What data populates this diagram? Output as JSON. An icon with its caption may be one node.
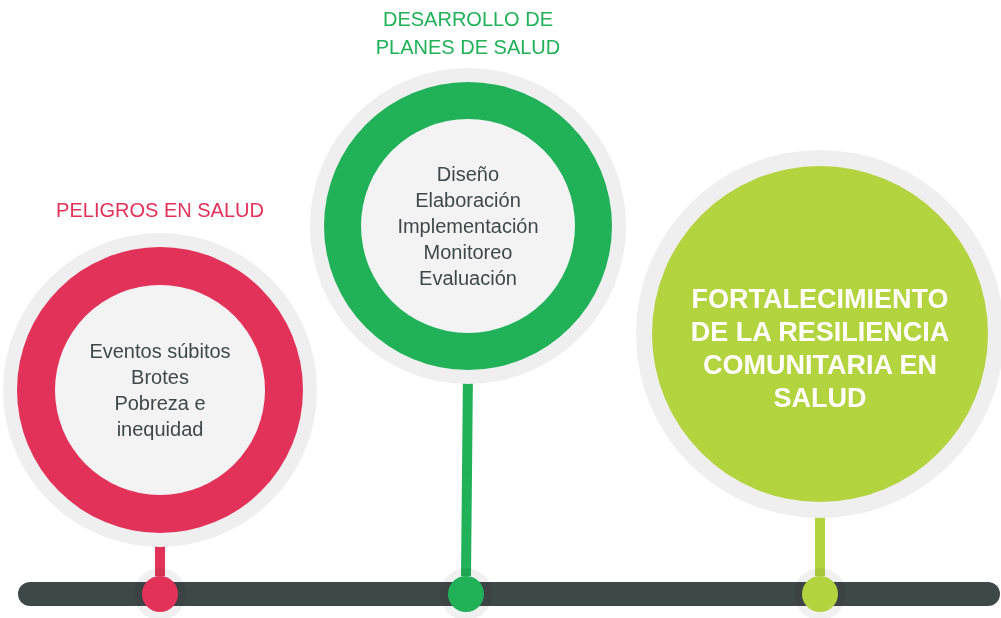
{
  "diagram": {
    "nodes": [
      {
        "text": [
          "PELIGROS EN SALUD",
          "Eventos súbitos",
          "Brotes",
          "Pobreza e inequidad"
        ]
      },
      {
        "text": [
          "DESARROLLO DE PLANES DE SALUD",
          "Diseño",
          "Elaboración",
          "Implementación",
          "Monitoreo",
          "Evaluación"
        ]
      },
      {
        "text": [
          "FORTALECIMIENTO DE LA RESILIENCIA COMUNITARIA EN SALUD"
        ]
      },
      {
        "text": [],
        "shape": "circle"
      },
      {
        "text": [],
        "shape": "circle"
      },
      {
        "text": [],
        "shape": "circle"
      }
    ],
    "edges": [
      {
        "from": 0,
        "to": 3,
        "arrow": "none",
        "color": "#e3325a"
      },
      {
        "from": 1,
        "to": 4,
        "arrow": "none",
        "color": "#20b159"
      },
      {
        "from": 2,
        "to": 5,
        "arrow": "none",
        "color": "#b3d33f"
      }
    ]
  }
}
